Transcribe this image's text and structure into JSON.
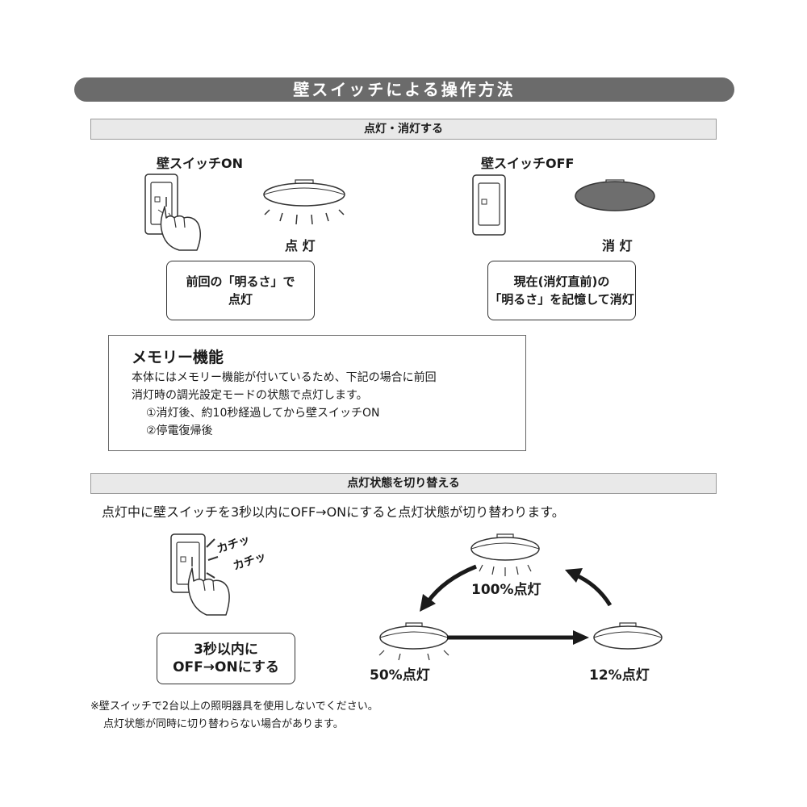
{
  "header": {
    "title": "壁スイッチによる操作方法"
  },
  "section_on_off": {
    "title": "点灯・消灯する",
    "on": {
      "label": "壁スイッチON",
      "state": "点 灯",
      "box_line1": "前回の「明るさ」で",
      "box_line2": "点灯"
    },
    "off": {
      "label": "壁スイッチOFF",
      "state": "消 灯",
      "box_line1": "現在(消灯直前)の",
      "box_line2": "「明るさ」を記憶して消灯"
    }
  },
  "memory": {
    "title": "メモリー機能",
    "line1": "本体にはメモリー機能が付いているため、下記の場合に前回",
    "line2": "消灯時の調光設定モードの状態で点灯します。",
    "item1": "①消灯後、約10秒経過してから壁スイッチON",
    "item2": "②停電復帰後"
  },
  "section_switch": {
    "title": "点灯状態を切り替える",
    "intro": "点灯中に壁スイッチを3秒以内にOFF→ONにすると点灯状態が切り替わります。",
    "click1": "カチッ",
    "click2": "カチッ",
    "box_line1": "3秒以内に",
    "box_line2": "OFF→ONにする",
    "states": {
      "p100": "100%点灯",
      "p50": "50%点灯",
      "p12": "12%点灯"
    }
  },
  "notes": {
    "line1": "※壁スイッチで2台以上の照明器具を使用しないでください。",
    "line2": "点灯状態が同時に切り替わらない場合があります。"
  },
  "colors": {
    "title_bar": "#6b6b6b",
    "section_bar": "#e9e9e9",
    "lamp_off": "#6e6e6e"
  }
}
